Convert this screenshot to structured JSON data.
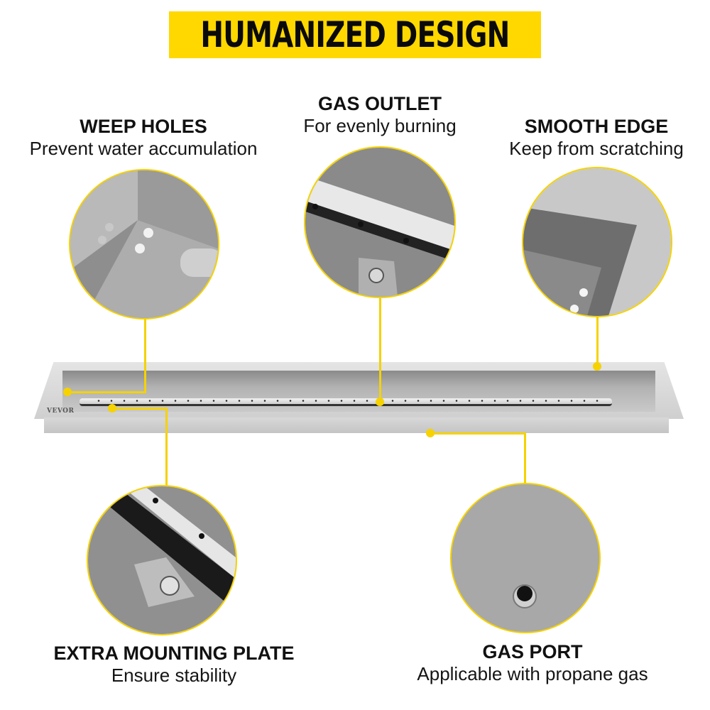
{
  "banner": {
    "title": "HUMANIZED DESIGN",
    "background": "#ffd800"
  },
  "accent_color": "#f5d200",
  "brand_logo": "VEVOR",
  "features": [
    {
      "id": "weep-holes",
      "title": "WEEP HOLES",
      "subtitle": "Prevent water accumulation",
      "icon": "weep-holes-closeup"
    },
    {
      "id": "gas-outlet",
      "title": "GAS OUTLET",
      "subtitle": "For evenly burning",
      "icon": "gas-outlet-closeup"
    },
    {
      "id": "smooth-edge",
      "title": "SMOOTH EDGE",
      "subtitle": "Keep from scratching",
      "icon": "smooth-edge-closeup"
    },
    {
      "id": "extra-mounting-plate",
      "title": "EXTRA MOUNTING PLATE",
      "subtitle": "Ensure stability",
      "icon": "mounting-plate-closeup"
    },
    {
      "id": "gas-port",
      "title": "GAS PORT",
      "subtitle": "Applicable with propane gas",
      "icon": "gas-port-closeup"
    }
  ]
}
